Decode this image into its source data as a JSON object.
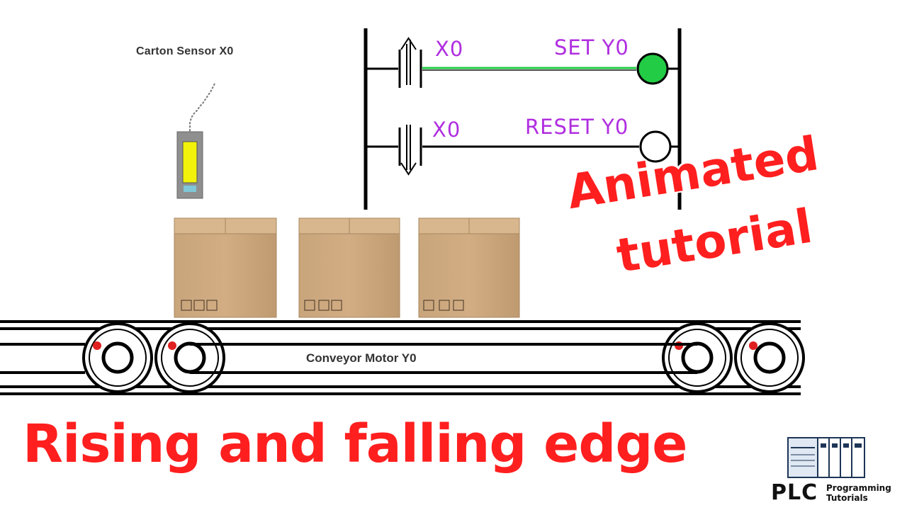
{
  "sensor": {
    "label": "Carton Sensor X0"
  },
  "conveyor": {
    "label": "Conveyor Motor Y0"
  },
  "ladder": {
    "rung1": {
      "contact": "X0",
      "coil": "SET Y0",
      "contact_type": "rising-edge",
      "coil_state": "on",
      "energized": true
    },
    "rung2": {
      "contact": "X0",
      "coil": "RESET Y0",
      "contact_type": "falling-edge",
      "coil_state": "off",
      "energized": false
    }
  },
  "promo": {
    "line1": "Animated",
    "line2": "tutorial"
  },
  "title": "Rising and falling edge",
  "logo": {
    "main": "PLC",
    "sub1": "Programming",
    "sub2": "Tutorials"
  },
  "colors": {
    "title_red": "#ff1f1f",
    "ladder_purple": "#b02ee0",
    "active_green": "#22cc44",
    "sensor_yellow": "#f2f20a",
    "box_tan": "#c9a57c"
  }
}
